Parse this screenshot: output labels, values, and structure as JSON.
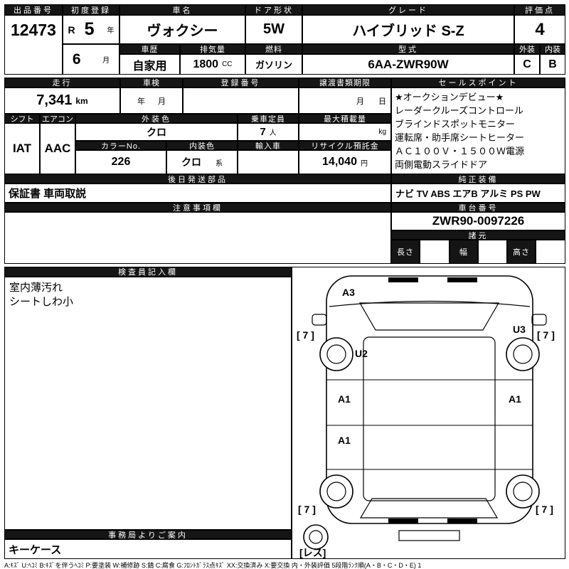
{
  "top": {
    "exhibit": {
      "label": "出品番号",
      "value": "12473"
    },
    "first_reg": {
      "label": "初度登録",
      "era": "R",
      "year": "5",
      "year_unit": "年",
      "month": "6",
      "month_unit": "月"
    },
    "car_name": {
      "label": "車名",
      "value": "ヴォクシー"
    },
    "door": {
      "label": "ドア形状",
      "value": "5W"
    },
    "grade": {
      "label": "グレード",
      "value": "ハイブリッド S-Z"
    },
    "score": {
      "label": "評価点",
      "value": "4"
    },
    "history": {
      "label": "車歴",
      "value": "自家用"
    },
    "displacement": {
      "label": "排気量",
      "value": "1800",
      "unit": "CC"
    },
    "fuel": {
      "label": "燃料",
      "value": "ガソリン"
    },
    "model": {
      "label": "型式",
      "value": "6AA-ZWR90W"
    },
    "exterior": {
      "label": "外装",
      "value": "C"
    },
    "interior": {
      "label": "内装",
      "value": "B"
    }
  },
  "row2": {
    "mileage": {
      "label": "走行",
      "value": "7,341",
      "unit": "km"
    },
    "inspection": {
      "label": "車検",
      "year_unit": "年",
      "month_unit": "月"
    },
    "reg_no": {
      "label": "登録番号",
      "value": ""
    },
    "transfer": {
      "label": "譲渡書類期限",
      "month_unit": "月",
      "day_unit": "日"
    },
    "sales": {
      "label": "セールスポイント",
      "lines": [
        "★オークションデビュー★",
        "レーダークルーズコントロール",
        "ブラインドスポットモニター",
        "運転席・助手席シートヒーター",
        "ＡＣ１００Ｖ・１５００Ｗ電源",
        "両側電動スライドドア"
      ]
    }
  },
  "row3": {
    "shift": {
      "label": "シフト",
      "value": "IAT"
    },
    "aircon": {
      "label": "エアコン",
      "value": "AAC"
    },
    "ext_color": {
      "label": "外装色",
      "value": "クロ"
    },
    "capacity": {
      "label": "乗車定員",
      "value": "7",
      "unit": "人"
    },
    "max_load": {
      "label": "最大積載量",
      "unit": "kg"
    },
    "color_no": {
      "label": "カラーNo.",
      "value": "226"
    },
    "int_color": {
      "label": "内装色",
      "value": "クロ",
      "suffix": "系"
    },
    "import": {
      "label": "輸入車",
      "value": ""
    },
    "recycle": {
      "label": "リサイクル預託金",
      "value": "14,040",
      "unit": "円"
    }
  },
  "row4": {
    "later_parts": {
      "label": "後日発送部品",
      "value": "保証書 車両取説"
    },
    "equipment": {
      "label": "純正装備",
      "value": "ナビ TV ABS エアB アルミ PS PW"
    }
  },
  "row5": {
    "notes": {
      "label": "注意事項欄",
      "value": ""
    },
    "chassis": {
      "label": "車台番号",
      "value": "ZWR90-0097226"
    },
    "specs": {
      "label": "諸元",
      "length_label": "長さ",
      "width_label": "幅",
      "height_label": "高さ",
      "length": "",
      "width": "",
      "height": ""
    }
  },
  "inspector": {
    "label": "検査員記入欄",
    "lines": [
      "室内薄汚れ",
      "シートしわ小"
    ]
  },
  "office": {
    "label": "事務局よりご案内",
    "value": "キーケース"
  },
  "diagram": {
    "front": "A3",
    "left_front": "U2",
    "right_front": "U3",
    "left_mid": "A1",
    "right_mid": "A1",
    "left_rear": "A1",
    "wheel": "[ 7 ]",
    "spare": "[レス]"
  },
  "legend": {
    "text": "A:ｷｽﾞ U:ﾍｺﾐ B:ｷｽﾞを伴うﾍｺﾐ P:要塗装 W:補修跡 S:錆 C:腐食 G:ﾌﾛﾝﾄｶﾞﾗｽ点ｷｽﾞ XX:交換済み X:要交換  内・外装評価 5段階ﾗﾝｸ順(A・B・C・D・E) 1"
  }
}
